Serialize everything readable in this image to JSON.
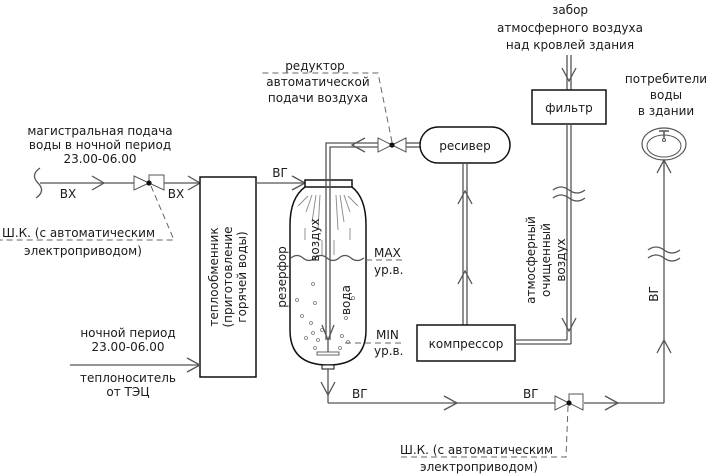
{
  "diagram": {
    "labels": {
      "mains_supply": [
        "магистральная подача",
        "воды в ночной период",
        "23.00-06.00"
      ],
      "vx_left": "ВХ",
      "vx_right": "ВХ",
      "valve1_note": [
        "Ш.К. (с автоматическим",
        "электроприводом)"
      ],
      "heat_exchanger": [
        "теплообменник",
        "(приготовление",
        "горячей воды)"
      ],
      "night_period": [
        "ночной период",
        "23.00-06.00"
      ],
      "heat_carrier": [
        "теплоноситель",
        "от ТЭЦ"
      ],
      "vg_to_tank": "ВГ",
      "reservoir": "резерфор",
      "air": "воздух",
      "water": "вода",
      "max_level": [
        "MAX",
        "ур.в."
      ],
      "min_level": [
        "MIN",
        "ур.в."
      ],
      "reducer": [
        "редуктор",
        "автоматической",
        "подачи воздуха"
      ],
      "receiver": "ресивер",
      "air_intake": [
        "забор",
        "атмосферного воздуха",
        "над кровлей здания"
      ],
      "filter": "фильтр",
      "consumers": [
        "потребители",
        "воды",
        "в здании"
      ],
      "compressor": "компрессор",
      "clean_air": [
        "атмосферный",
        "очищенный",
        "воздух"
      ],
      "vg_out_1": "ВГ",
      "vg_out_2": "ВГ",
      "vg_riser": "ВГ",
      "valve2_note": [
        "Ш.К. (с автоматическим",
        "электроприводом)"
      ]
    }
  }
}
